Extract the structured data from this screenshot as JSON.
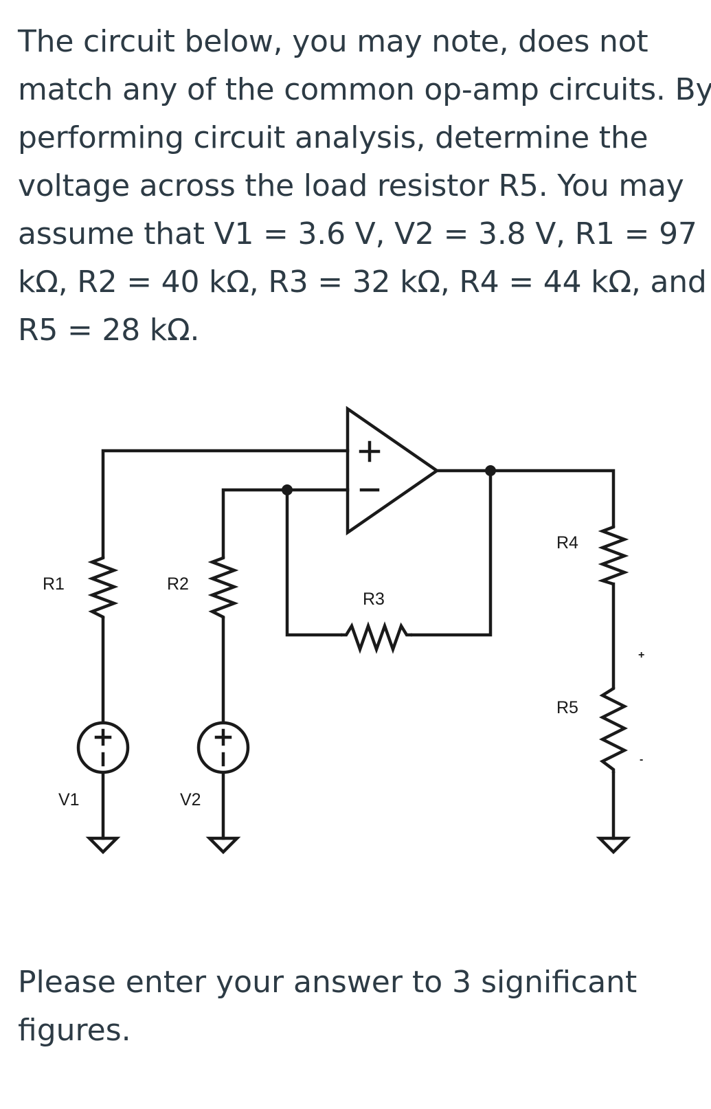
{
  "question": {
    "lines": [
      "The circuit below, you may note, does not",
      "match any of the common op-amp circuits. By",
      "performing circuit analysis, determine the",
      "voltage across the load resistor R5. You may",
      "assume that V1 = 3.6 V, V2 = 3.8 V, R1 = 97",
      "kΩ, R2 = 40 kΩ, R3 = 32 kΩ, R4 = 44 kΩ, and",
      "R5 = 28 kΩ."
    ]
  },
  "circuit": {
    "labels": {
      "r1": "R1",
      "r2": "R2",
      "r3": "R3",
      "r4": "R4",
      "r5": "R5",
      "v1": "V1",
      "v2": "V2"
    },
    "polarity": {
      "plus": "+",
      "minus": "-",
      "r5_plus": "+",
      "r5_minus": "-"
    }
  },
  "prompt": {
    "lines": [
      "Please enter your answer to 3 significant",
      "figures."
    ]
  }
}
